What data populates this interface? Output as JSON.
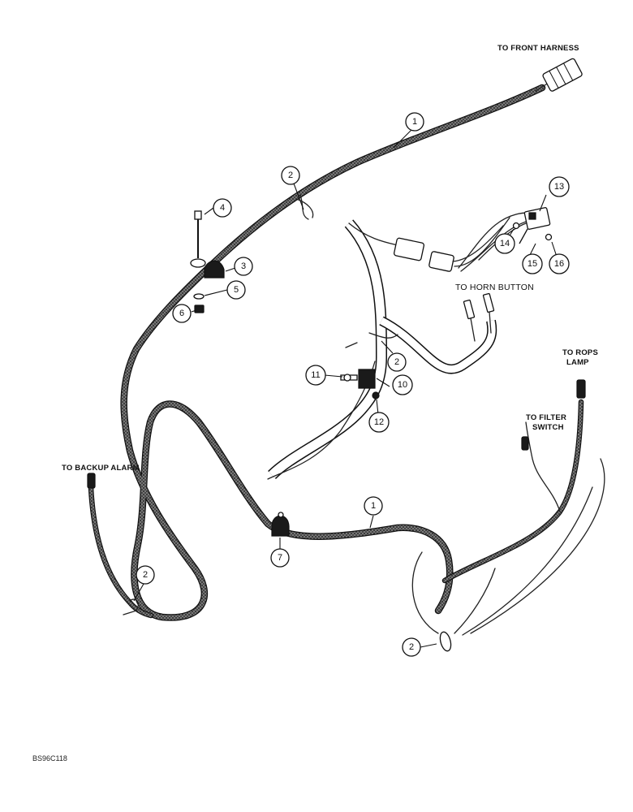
{
  "labels": {
    "front_harness": "TO FRONT HARNESS",
    "horn_button": "TO HORN BUTTON",
    "rops_lamp_line1": "TO ROPS",
    "rops_lamp_line2": "LAMP",
    "filter_switch_line1": "TO FILTER",
    "filter_switch_line2": "SWITCH",
    "backup_alarm": "TO BACKUP ALARM"
  },
  "callouts": {
    "c1a": "1",
    "c1b": "1",
    "c2a": "2",
    "c2b": "2",
    "c2c": "2",
    "c2d": "2",
    "c3": "3",
    "c4": "4",
    "c5": "5",
    "c6": "6",
    "c7": "7",
    "c10": "10",
    "c11": "11",
    "c12": "12",
    "c13": "13",
    "c14": "14",
    "c15": "15",
    "c16": "16"
  },
  "drawing_code": "BS96C118"
}
